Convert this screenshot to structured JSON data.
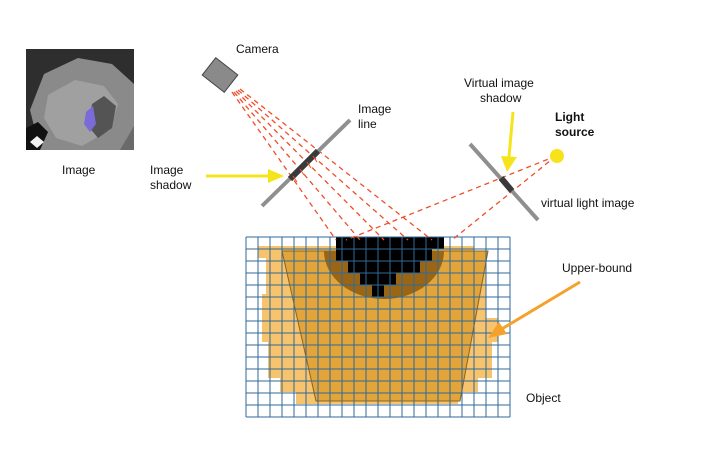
{
  "labels": {
    "image": "Image",
    "camera": "Camera",
    "image_line_1": "Image",
    "image_line_2": "line",
    "image_shadow_1": "Image",
    "image_shadow_2": "shadow",
    "virtual_image_shadow_1": "Virtual image",
    "virtual_image_shadow_2": "shadow",
    "light_source_1": "Light",
    "light_source_2": "source",
    "virtual_light_image": "virtual light image",
    "upper_bound": "Upper-bound",
    "object": "Object"
  },
  "colors": {
    "grid": "#2f6a99",
    "upper_bound_fill": "#f7c36d",
    "object_fill": "#e3a43a",
    "shadow_dark": "#000000",
    "rays": "#f04d2a",
    "arrow_yellow": "#f6e41a",
    "arrow_orange": "#f5a12a",
    "light_dot": "#f7e21c",
    "line_gray": "#8f8f8f",
    "camera_gray": "#8a8a8a"
  }
}
